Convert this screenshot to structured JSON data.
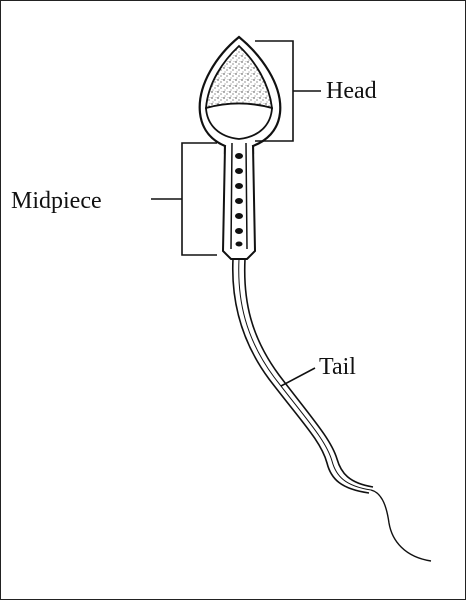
{
  "labels": {
    "head": "Head",
    "midpiece": "Midpiece",
    "tail": "Tail"
  },
  "colors": {
    "ink": "#111111",
    "background": "#ffffff"
  }
}
